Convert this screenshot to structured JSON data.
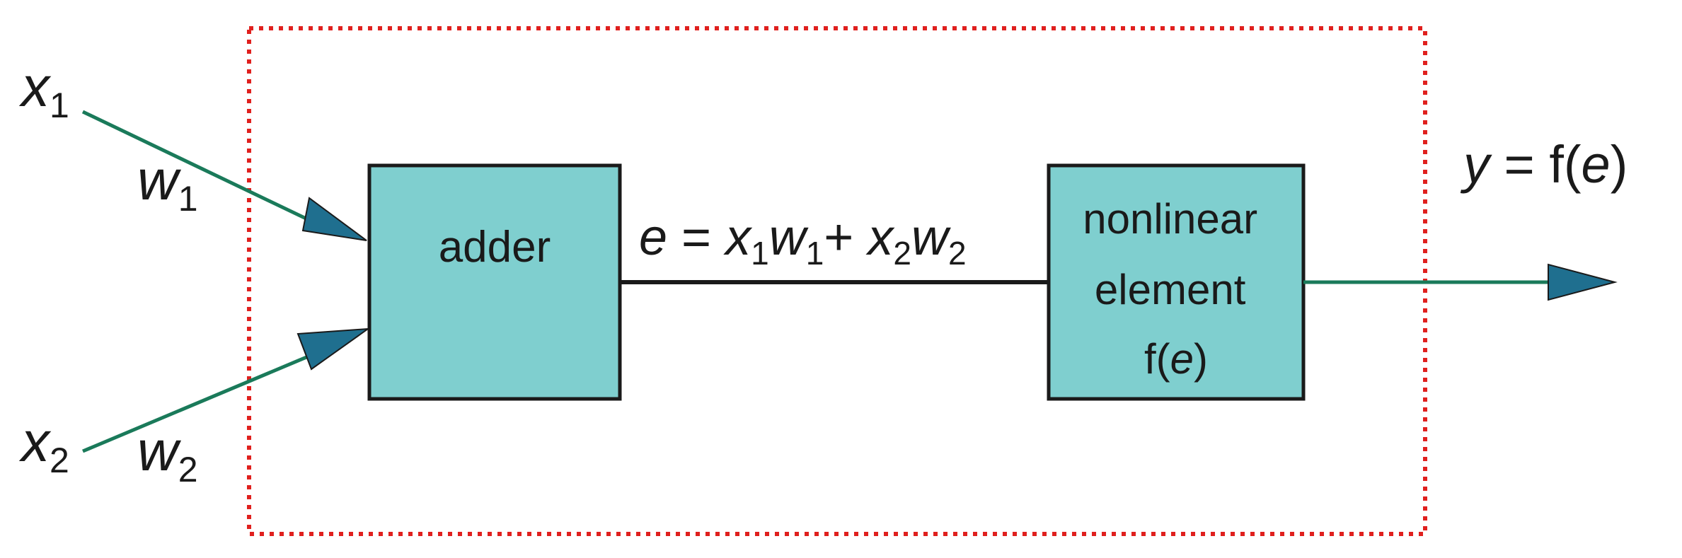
{
  "colors": {
    "background": "#ffffff",
    "box_fill": "#7fcfcf",
    "box_stroke": "#1a1a1a",
    "arrow_green": "#1a7a5a",
    "arrowhead_blue": "#1f6f8f",
    "boundary_red": "#e0201e",
    "text": "#1a1a1a"
  },
  "inputs": [
    {
      "var": "x",
      "sub": "1",
      "weight": "w",
      "weight_sub": "1"
    },
    {
      "var": "x",
      "sub": "2",
      "weight": "w",
      "weight_sub": "2"
    }
  ],
  "adder": {
    "label": "adder"
  },
  "sum_expression": {
    "e": "e",
    "eq": " = ",
    "x1": "x",
    "x1_sub": "1",
    "w1": "w",
    "w1_sub": "1",
    "plus": "+ ",
    "x2": "x",
    "x2_sub": "2",
    "w2": "w",
    "w2_sub": "2"
  },
  "nonlinear": {
    "line1": "nonlinear",
    "line2": "element",
    "line3_pre": "f(",
    "line3_var": "e",
    "line3_post": ")"
  },
  "output": {
    "y": "y",
    "eq": " = f(",
    "var": "e",
    "close": ")"
  },
  "icons": {
    "input_arrowhead": "arrowhead-triangle",
    "output_arrowhead": "arrowhead-triangle"
  }
}
